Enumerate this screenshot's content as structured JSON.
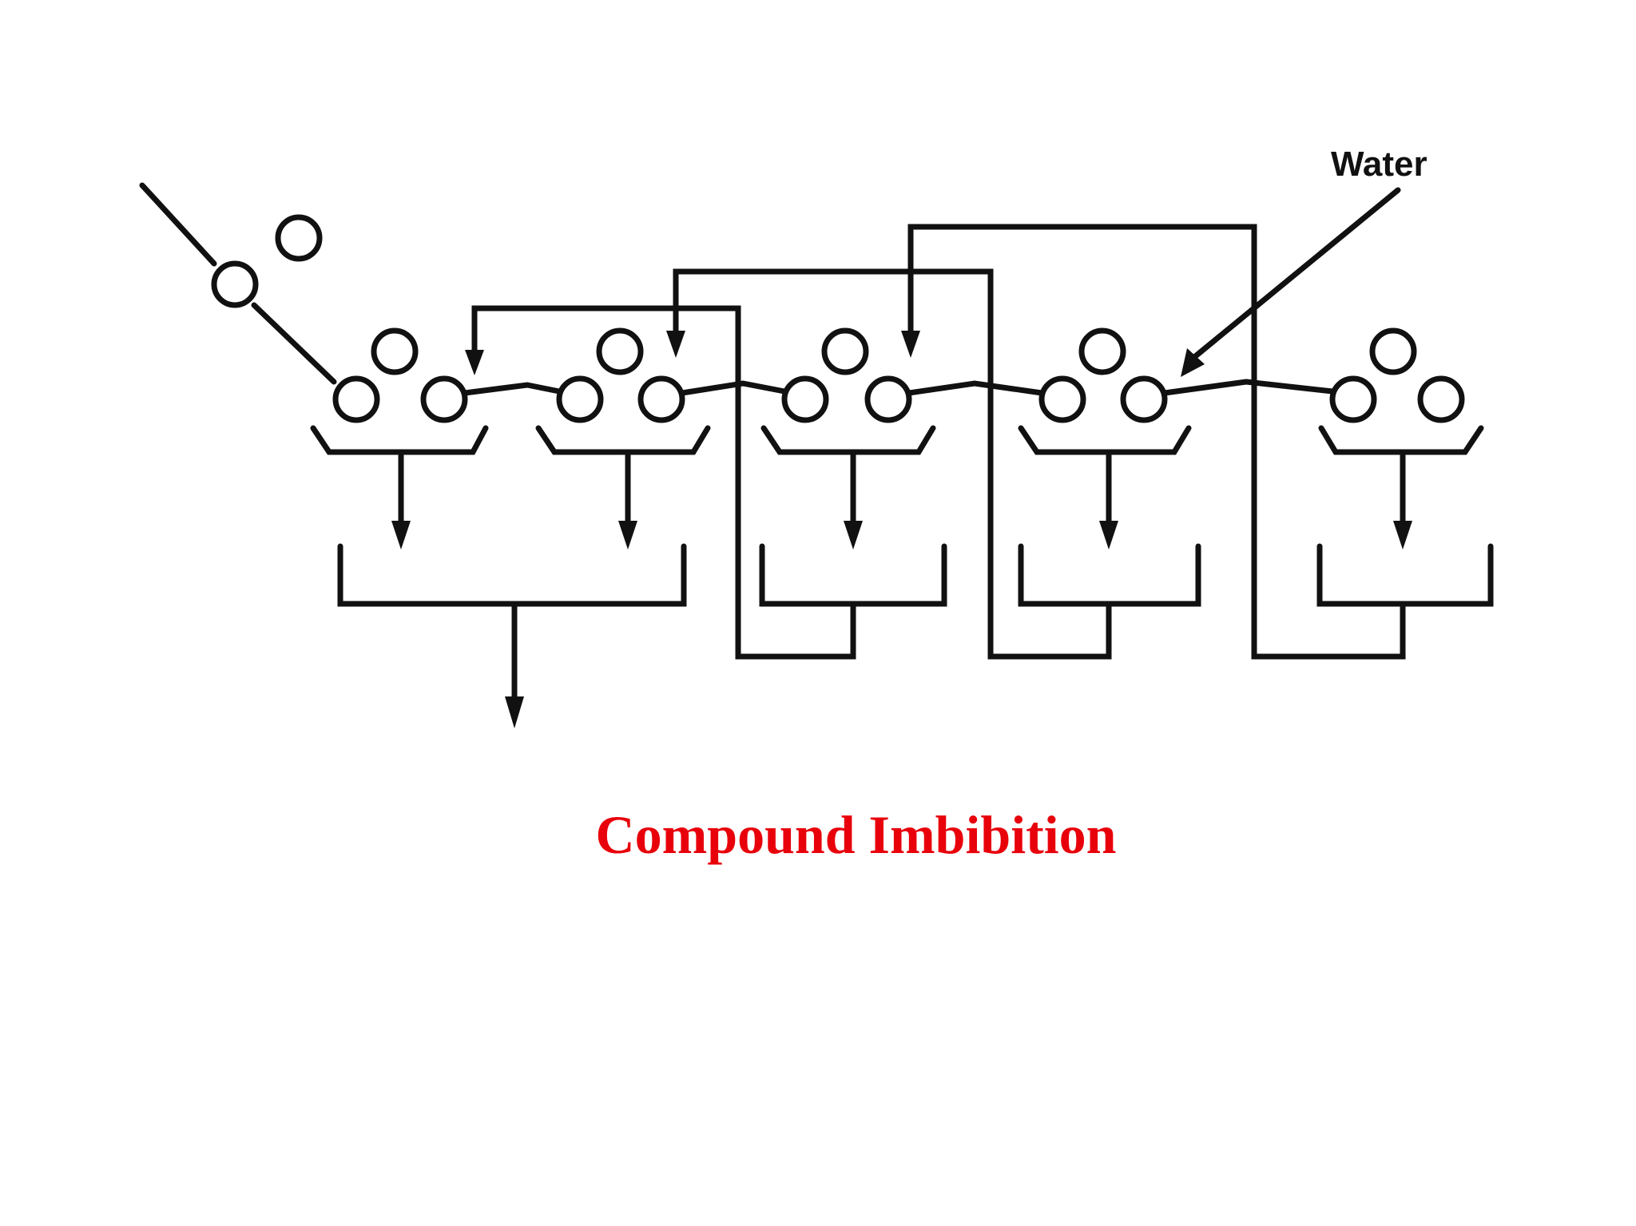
{
  "diagram": {
    "input_label": "Water",
    "caption": "Compound Imbibition",
    "mill_count": 5,
    "caption_color": "#e8000b",
    "line_color": "#111111"
  }
}
